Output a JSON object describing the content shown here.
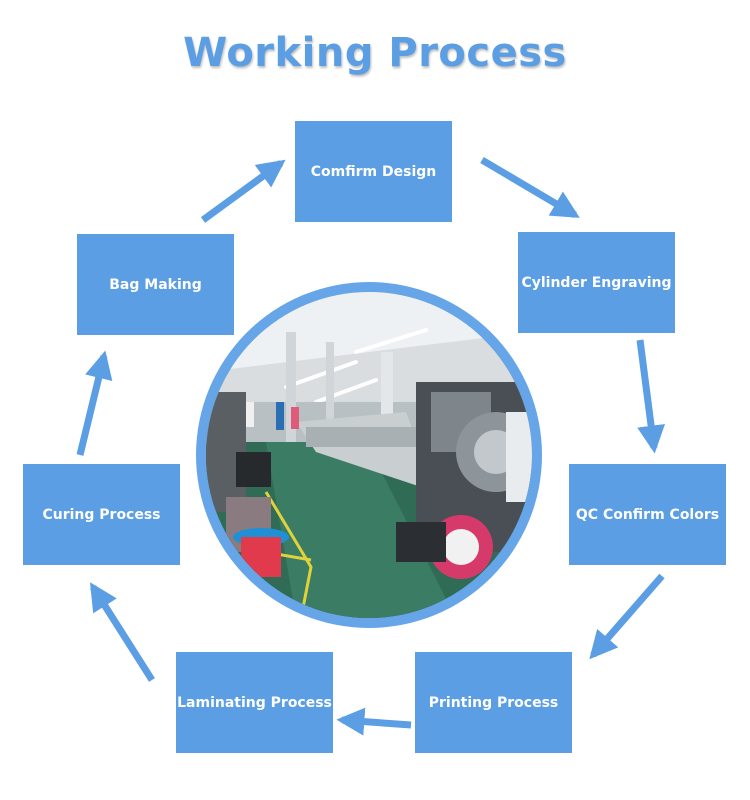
{
  "title": "Working Process",
  "steps": [
    "Comfirm Design",
    "Cylinder Engraving",
    "QC Confirm Colors",
    "Printing Process",
    "Laminating Process",
    "Curing Process",
    "Bag Making"
  ],
  "colors": {
    "accent": "#5b9ee3",
    "box_text": "#ffffff"
  }
}
